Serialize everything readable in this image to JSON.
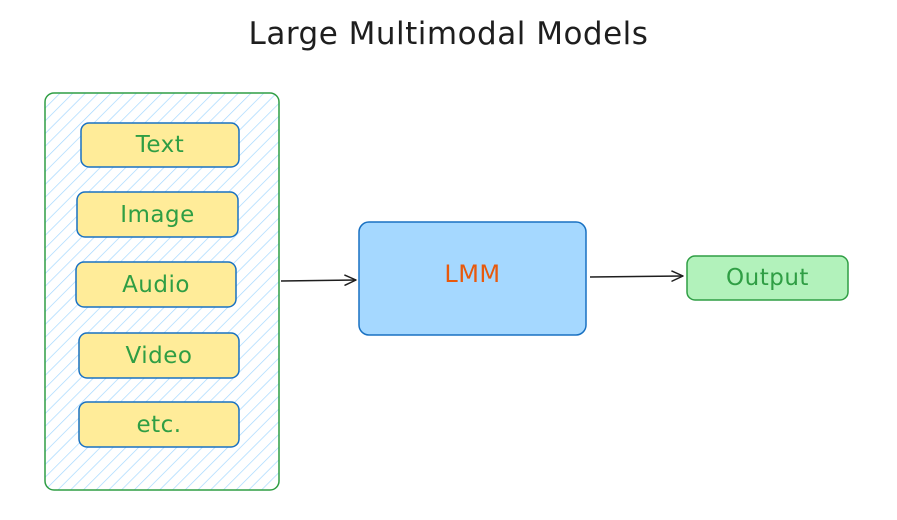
{
  "title": "Large Multimodal Models",
  "inputs": [
    {
      "label": "Text"
    },
    {
      "label": "Image"
    },
    {
      "label": "Audio"
    },
    {
      "label": "Video"
    },
    {
      "label": "etc."
    }
  ],
  "model": {
    "label": "LMM"
  },
  "output": {
    "label": "Output"
  },
  "colors": {
    "input_fill": "#ffec99",
    "input_stroke": "#1971c2",
    "input_text": "#2f9e44",
    "group_stroke": "#2f9e44",
    "group_hatch": "#a5d8ff",
    "model_fill": "#a5d8ff",
    "model_stroke": "#1971c2",
    "model_text": "#e8590c",
    "output_fill": "#b2f2bb",
    "output_stroke": "#2f9e44",
    "arrow": "#1e1e1e"
  }
}
